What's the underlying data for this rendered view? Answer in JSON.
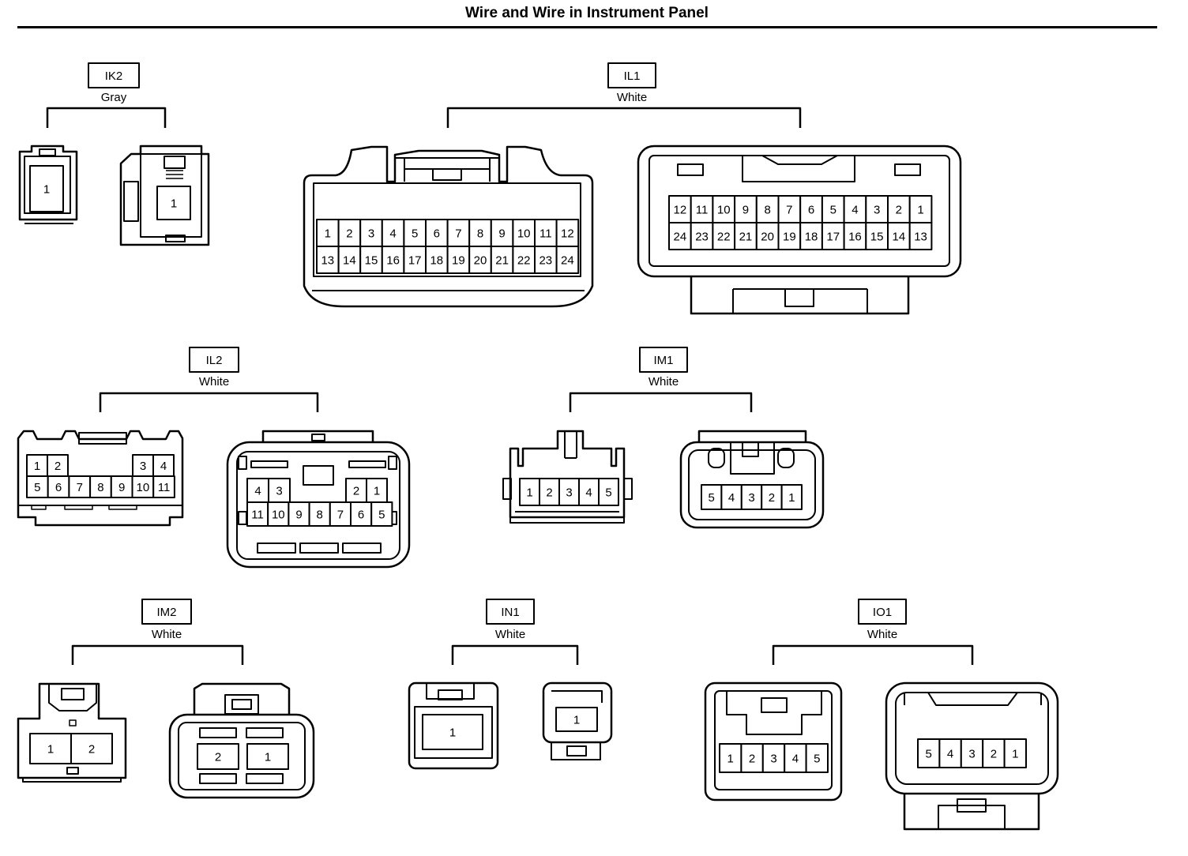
{
  "title": "Wire and Wire in Instrument Panel",
  "connectors": {
    "IK2": {
      "code": "IK2",
      "color": "Gray",
      "left": {
        "pins": [
          [
            "1"
          ]
        ]
      },
      "right": {
        "pins": [
          [
            "1"
          ]
        ]
      }
    },
    "IL1": {
      "code": "IL1",
      "color": "White",
      "left": {
        "pins": [
          [
            "1",
            "2",
            "3",
            "4",
            "5",
            "6",
            "7",
            "8",
            "9",
            "10",
            "11",
            "12"
          ],
          [
            "13",
            "14",
            "15",
            "16",
            "17",
            "18",
            "19",
            "20",
            "21",
            "22",
            "23",
            "24"
          ]
        ]
      },
      "right": {
        "pins": [
          [
            "12",
            "11",
            "10",
            "9",
            "8",
            "7",
            "6",
            "5",
            "4",
            "3",
            "2",
            "1"
          ],
          [
            "24",
            "23",
            "22",
            "21",
            "20",
            "19",
            "18",
            "17",
            "16",
            "15",
            "14",
            "13"
          ]
        ]
      }
    },
    "IL2": {
      "code": "IL2",
      "color": "White",
      "left": {
        "pins": [
          [
            "1",
            "2",
            "",
            "",
            "3",
            "4"
          ],
          [
            "5",
            "6",
            "7",
            "8",
            "9",
            "10",
            "11"
          ]
        ]
      },
      "right": {
        "pins": [
          [
            "4",
            "3",
            "",
            "",
            "",
            "2",
            "1"
          ],
          [
            "11",
            "10",
            "9",
            "8",
            "7",
            "6",
            "5"
          ]
        ]
      }
    },
    "IM1": {
      "code": "IM1",
      "color": "White",
      "left": {
        "pins": [
          [
            "1",
            "2",
            "3",
            "4",
            "5"
          ]
        ]
      },
      "right": {
        "pins": [
          [
            "5",
            "4",
            "3",
            "2",
            "1"
          ]
        ]
      }
    },
    "IM2": {
      "code": "IM2",
      "color": "White",
      "left": {
        "pins": [
          [
            "1",
            "2"
          ]
        ]
      },
      "right": {
        "pins": [
          [
            "2",
            "1"
          ]
        ]
      }
    },
    "IN1": {
      "code": "IN1",
      "color": "White",
      "left": {
        "pins": [
          [
            "1"
          ]
        ]
      },
      "right": {
        "pins": [
          [
            "1"
          ]
        ]
      }
    },
    "IO1": {
      "code": "IO1",
      "color": "White",
      "left": {
        "pins": [
          [
            "1",
            "2",
            "3",
            "4",
            "5"
          ]
        ]
      },
      "right": {
        "pins": [
          [
            "5",
            "4",
            "3",
            "2",
            "1"
          ]
        ]
      }
    }
  }
}
